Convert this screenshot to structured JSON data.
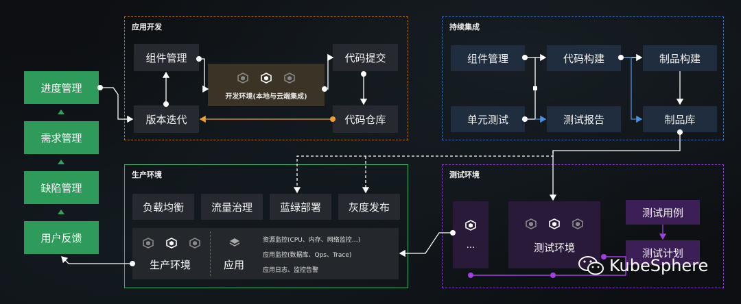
{
  "left_column": {
    "items": [
      "进度管理",
      "需求管理",
      "缺陷管理",
      "用户反馈"
    ]
  },
  "dev_panel": {
    "title": "应用开发",
    "component_mgmt": "组件管理",
    "version_iter": "版本迭代",
    "code_commit": "代码提交",
    "code_repo": "代码仓库",
    "dev_env": "开发环境(本地与云端集成)"
  },
  "ci_panel": {
    "title": "持续集成",
    "component_mgmt": "组件管理",
    "code_build": "代码构建",
    "artifact_build": "制品构建",
    "unit_test": "单元测试",
    "test_report": "测试报告",
    "artifact_repo": "制品库"
  },
  "prod_panel": {
    "title": "生产环境",
    "load_balance": "负载均衡",
    "traffic": "流量治理",
    "blue_green": "蓝绿部署",
    "canary": "灰度发布",
    "prod_env": "生产环境",
    "app": "应用",
    "monitor_lines": [
      "资源监控(CPU、内存、网络监控…)",
      "应用监控(数据库、Qps、Trace)",
      "应用日志、监控告警"
    ]
  },
  "test_panel": {
    "title": "测试环境",
    "ellipsis": "...",
    "test_env": "测试环境",
    "test_case": "测试用例",
    "test_plan": "测试计划"
  },
  "watermark": {
    "brand": "KubeSphere"
  },
  "colors": {
    "green": "#2f9b5a",
    "dev_border": "#b8762a",
    "ci_border": "#3f6fb5",
    "prod_border": "#46b46e",
    "test_border": "#8a3fc8"
  }
}
